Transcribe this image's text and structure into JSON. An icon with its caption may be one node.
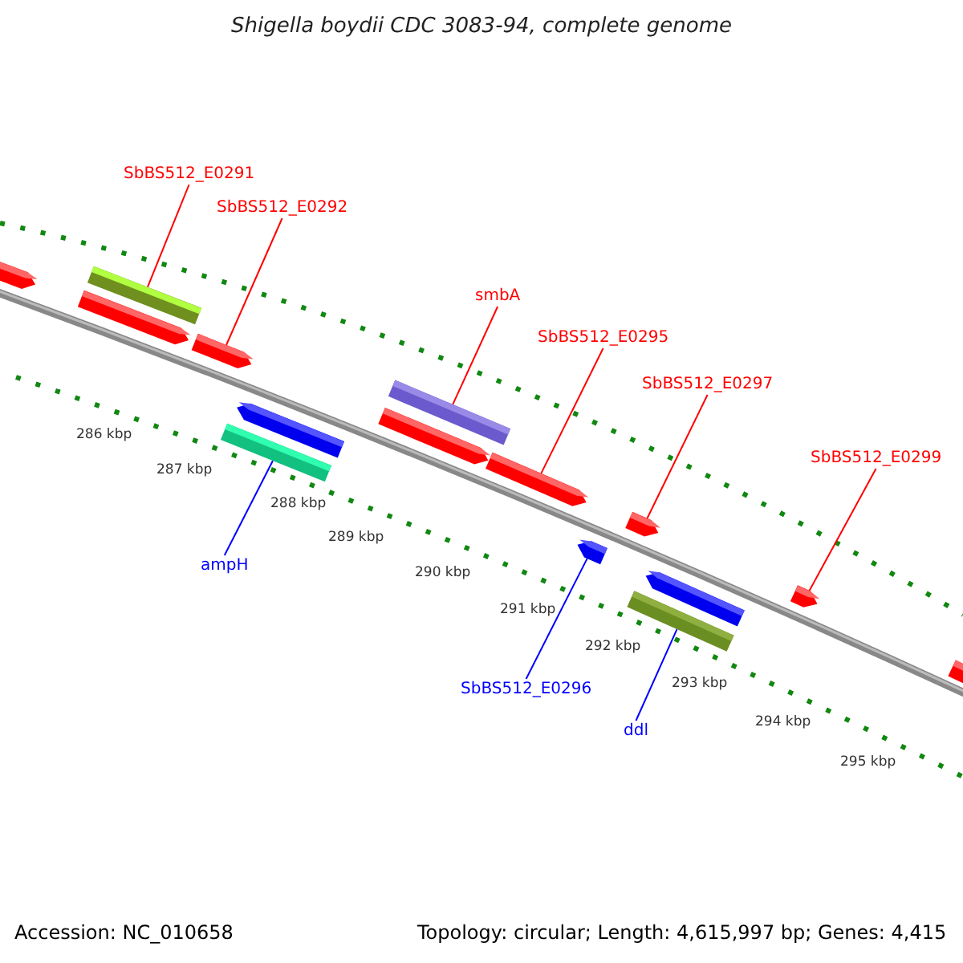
{
  "diagram": {
    "title": "Shigella boydii CDC 3083-94, complete genome",
    "nodes": [
      {
        "text": [
          "SbBS512_E0291"
        ]
      },
      {
        "text": [],
        "shape": "bar"
      },
      {
        "text": [
          "SbBS512_E0292"
        ]
      },
      {
        "text": [],
        "shape": "arrow"
      },
      {
        "text": [
          "smbA"
        ]
      },
      {
        "text": [],
        "shape": "bar"
      },
      {
        "text": [
          "SbBS512_E0295"
        ]
      },
      {
        "text": [],
        "shape": "arrow"
      },
      {
        "text": [
          "SbBS512_E0297"
        ]
      },
      {
        "text": [],
        "shape": "arrow"
      },
      {
        "text": [
          "SbBS512_E0299"
        ]
      },
      {
        "text": [],
        "shape": "arrow"
      },
      {
        "text": [
          "ampH"
        ]
      },
      {
        "text": [],
        "shape": "bar"
      },
      {
        "text": [
          "SbBS512_E0296"
        ]
      },
      {
        "text": [],
        "shape": "arrow"
      },
      {
        "text": [
          "ddl"
        ]
      },
      {
        "text": [],
        "shape": "bar"
      },
      {
        "text": [],
        "shape": "arrow"
      },
      {
        "text": [],
        "shape": "arrow"
      },
      {
        "text": [],
        "shape": "arrow"
      },
      {
        "text": [],
        "shape": "arrow"
      },
      {
        "text": [],
        "shape": "arrow"
      },
      {
        "text": [],
        "shape": "arrow"
      }
    ],
    "edges": [
      {
        "from": 0,
        "to": 1,
        "arrow": "none"
      },
      {
        "from": 2,
        "to": 3,
        "arrow": "none"
      },
      {
        "from": 4,
        "to": 5,
        "arrow": "none"
      },
      {
        "from": 6,
        "to": 7,
        "arrow": "none"
      },
      {
        "from": 8,
        "to": 9,
        "arrow": "none"
      },
      {
        "from": 10,
        "to": 11,
        "arrow": "none"
      },
      {
        "from": 12,
        "to": 13,
        "arrow": "none",
        "color": "#0000ff"
      },
      {
        "from": 14,
        "to": 15,
        "arrow": "none",
        "color": "#0000ff"
      },
      {
        "from": 16,
        "to": 17,
        "arrow": "none",
        "color": "#0000ff"
      }
    ],
    "labels": [
      "286 kbp",
      "287 kbp",
      "288 kbp",
      "289 kbp",
      "290 kbp",
      "291 kbp",
      "292 kbp",
      "293 kbp",
      "294 kbp",
      "295 kbp",
      "Accession: NC_010658",
      "Topology: circular; Length: 4,615,997 bp; Genes: 4,415"
    ]
  }
}
